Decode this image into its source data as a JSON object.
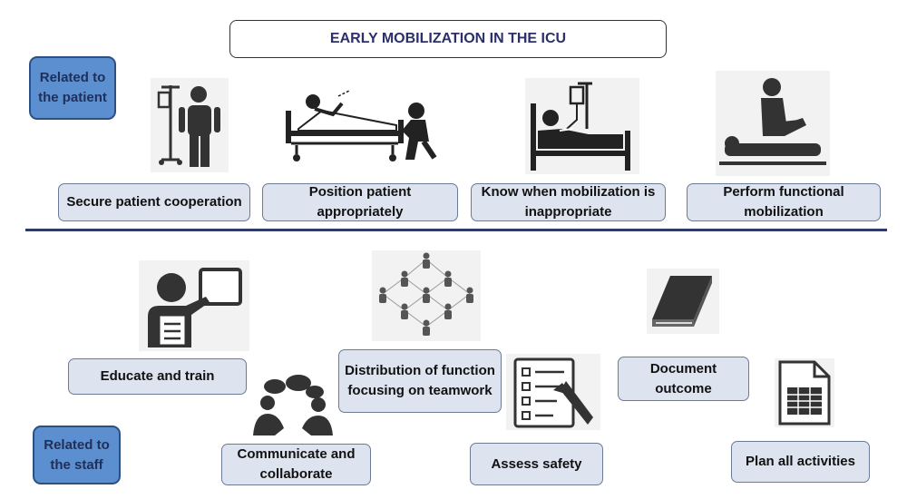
{
  "title": "EARLY MOBILIZATION IN THE ICU",
  "categories": {
    "patient": "Related to the patient",
    "staff": "Related to the staff"
  },
  "patient_items": [
    {
      "label": "Secure patient cooperation",
      "icon": "iv-pole-person-icon"
    },
    {
      "label": "Position patient appropriately",
      "icon": "patient-bed-assist-icon"
    },
    {
      "label": "Know when mobilization is inappropriate",
      "icon": "patient-iv-bed-icon"
    },
    {
      "label": "Perform functional mobilization",
      "icon": "physiotherapy-icon"
    }
  ],
  "staff_items": [
    {
      "label": "Educate and train",
      "icon": "teacher-board-icon"
    },
    {
      "label": "Communicate and collaborate",
      "icon": "conversation-icon"
    },
    {
      "label": "Distribution of function focusing on teamwork",
      "icon": "team-network-icon"
    },
    {
      "label": "Assess safety",
      "icon": "checklist-icon"
    },
    {
      "label": "Document outcome",
      "icon": "book-icon"
    },
    {
      "label": "Plan all activities",
      "icon": "spreadsheet-icon"
    }
  ],
  "colors": {
    "box_fill": "#dde4ef",
    "box_border": "#6b7a96",
    "category_fill": "#5b8fcf",
    "title_text": "#2b2f6b",
    "divider": "#2e3a6a"
  }
}
